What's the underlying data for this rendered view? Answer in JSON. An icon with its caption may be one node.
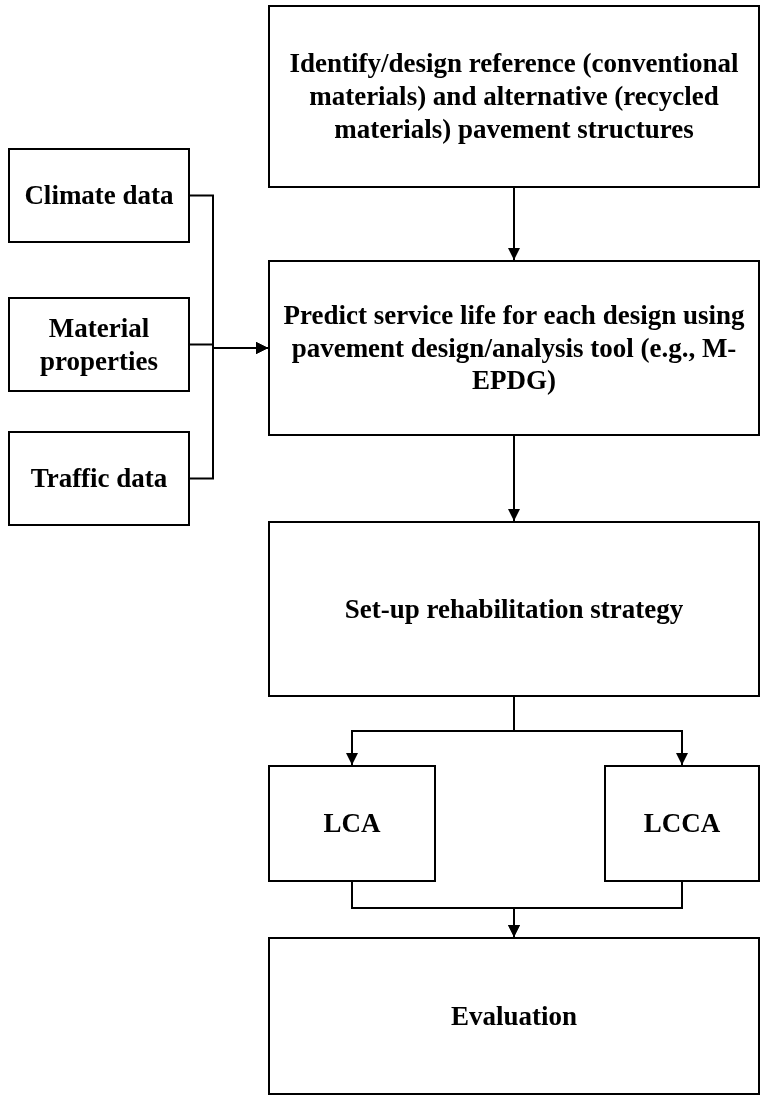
{
  "diagram": {
    "nodes": [
      {
        "text": [
          "Identify/design reference (conventional materials) and alternative (recycled materials) pavement structures"
        ]
      },
      {
        "text": [
          "Climate data"
        ]
      },
      {
        "text": [
          "Material properties"
        ]
      },
      {
        "text": [
          "Traffic data"
        ]
      },
      {
        "text": [
          "Predict service life for each design using pavement design/analysis tool (e.g., M-EPDG)"
        ]
      },
      {
        "text": [
          "Set-up rehabilitation strategy"
        ]
      },
      {
        "text": [
          "LCA"
        ]
      },
      {
        "text": [
          "LCCA"
        ]
      },
      {
        "text": [
          "Evaluation"
        ]
      }
    ],
    "edges": [
      {
        "from": 0,
        "to": 4,
        "arrow": "to"
      },
      {
        "from": 1,
        "to": 4,
        "arrow": "to"
      },
      {
        "from": 2,
        "to": 4,
        "arrow": "to"
      },
      {
        "from": 3,
        "to": 4,
        "arrow": "to"
      },
      {
        "from": 4,
        "to": 5,
        "arrow": "to"
      },
      {
        "from": 5,
        "to": 6,
        "arrow": "to"
      },
      {
        "from": 5,
        "to": 7,
        "arrow": "to"
      },
      {
        "from": 6,
        "to": 8,
        "arrow": "to"
      },
      {
        "from": 7,
        "to": 8,
        "arrow": "to"
      }
    ]
  }
}
